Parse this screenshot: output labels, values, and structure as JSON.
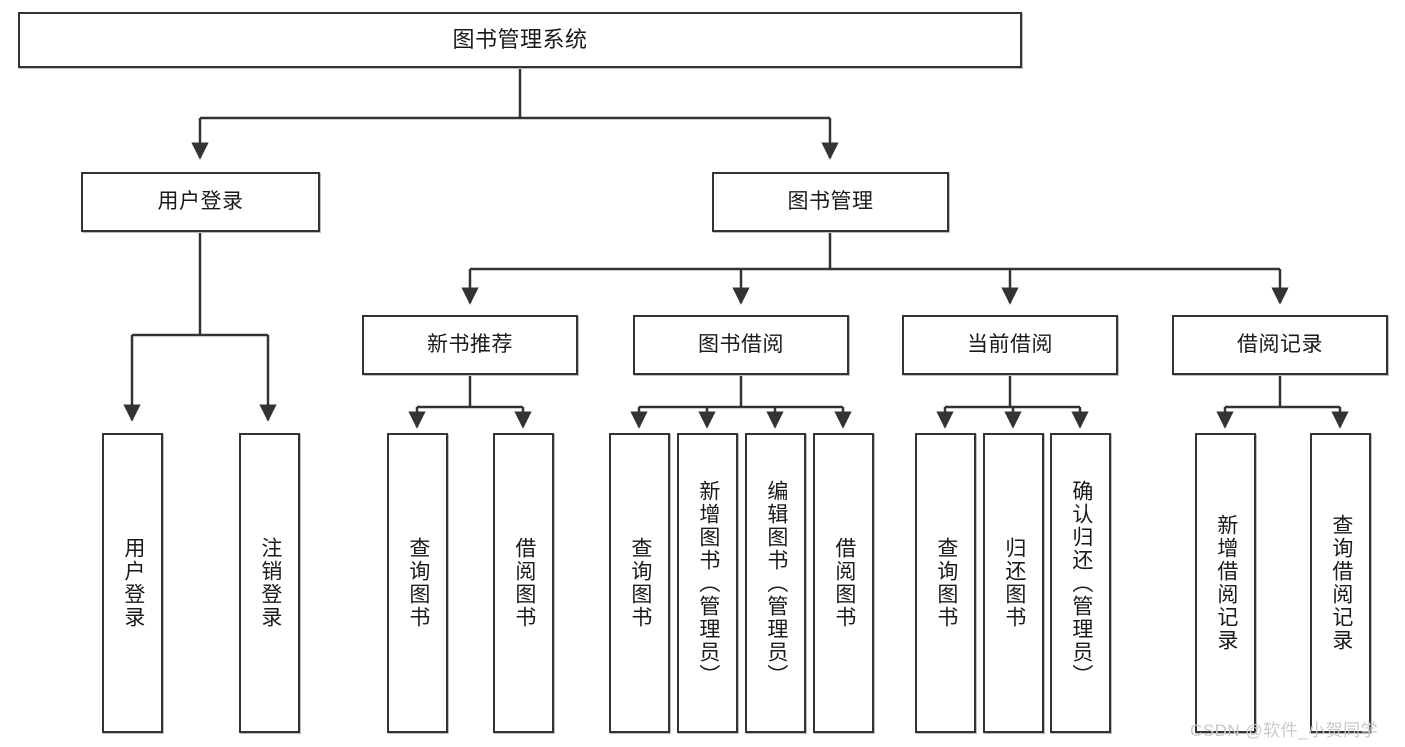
{
  "diagram": {
    "title": "图书管理系统",
    "type": "hierarchy-tree",
    "theme": {
      "background": "#ffffff",
      "stroke": "#333333",
      "text": "#1a1a1a",
      "watermark": "#c9c9c9"
    },
    "levels": {
      "root": {
        "label": "图书管理系统"
      },
      "level2": [
        {
          "label": "用户登录"
        },
        {
          "label": "图书管理"
        }
      ],
      "level3": [
        {
          "label": "新书推荐"
        },
        {
          "label": "图书借阅"
        },
        {
          "label": "当前借阅"
        },
        {
          "label": "借阅记录"
        }
      ],
      "leaves": {
        "user_login": [
          {
            "label": "用户登录"
          },
          {
            "label": "注销登录"
          }
        ],
        "new_book_recommend": [
          {
            "label": "查询图书"
          },
          {
            "label": "借阅图书"
          }
        ],
        "book_borrow": [
          {
            "label": "查询图书"
          },
          {
            "label": "新增图书（管理员）"
          },
          {
            "label": "编辑图书（管理员）"
          },
          {
            "label": "借阅图书"
          }
        ],
        "current_borrow": [
          {
            "label": "查询图书"
          },
          {
            "label": "归还图书"
          },
          {
            "label": "确认归还（管理员）"
          }
        ],
        "borrow_record": [
          {
            "label": "新增借阅记录"
          },
          {
            "label": "查询借阅记录"
          }
        ]
      }
    },
    "watermark": "CSDN @软件_小贺同学"
  }
}
